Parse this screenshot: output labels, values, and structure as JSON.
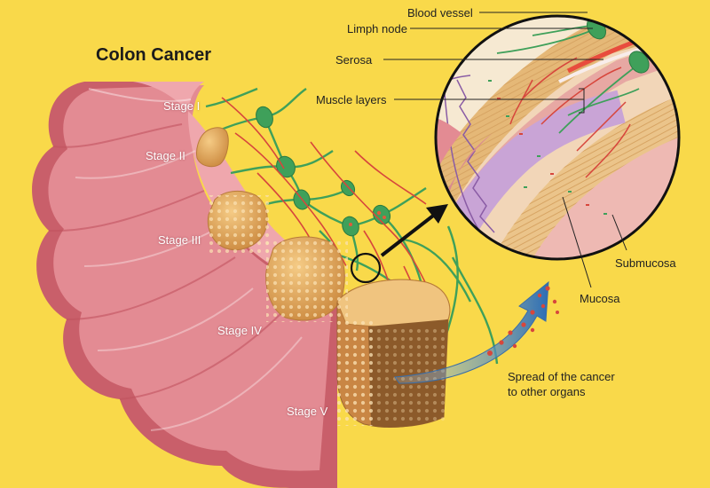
{
  "title": "Colon Cancer",
  "stages": [
    "Stage I",
    "Stage II",
    "Stage III",
    "Stage IV",
    "Stage V"
  ],
  "labels": {
    "blood_vessel": "Blood vessel",
    "lymph_node": "Limph node",
    "serosa": "Serosa",
    "muscle_layers": "Muscle layers",
    "submucosa": "Submucosa",
    "mucosa": "Mucosa"
  },
  "spread": {
    "line1": "Spread of the cancer",
    "line2": "to other organs"
  },
  "colors": {
    "background": "#F9D94A",
    "colon": "#E38B93",
    "tumor": "#E3AE62",
    "lymph": "#3FA05A",
    "vessel": "#D7463C"
  }
}
